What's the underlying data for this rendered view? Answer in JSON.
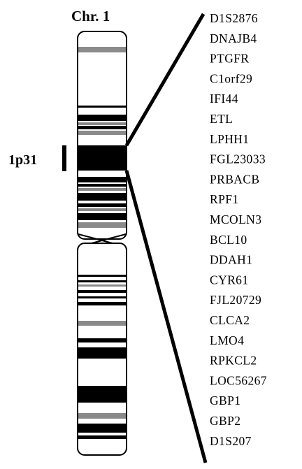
{
  "chromosome": {
    "title": "Chr. 1",
    "region_label": "1p31",
    "colors": {
      "dark_band": "#000000",
      "gray_band": "#8a8a8a",
      "outline": "#000000",
      "background": "#ffffff"
    }
  },
  "genes": [
    "D1S2876",
    "DNAJB4",
    "PTGFR",
    "C1orf29",
    "IFI44",
    "ETL",
    "LPHH1",
    "FGL23033",
    "PRBACB",
    "RPF1",
    "MCOLN3",
    "BCL10",
    "DDAH1",
    "CYR61",
    "FJL20729",
    "CLCA2",
    "LMO4",
    "RPKCL2",
    "LOC56267",
    "GBP1",
    "GBP2",
    "D1S207"
  ]
}
